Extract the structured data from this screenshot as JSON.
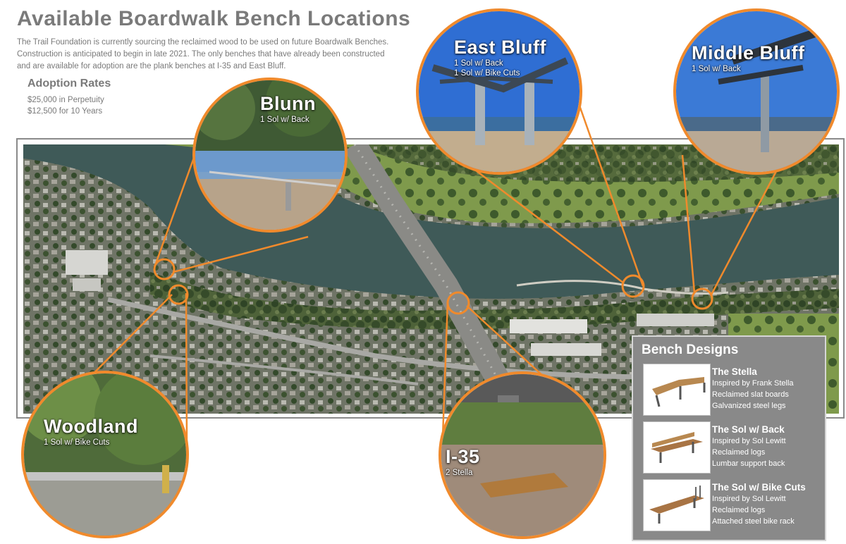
{
  "header": {
    "title": "Available Boardwalk Bench Locations",
    "intro_lines": [
      "The Trail Foundation is currently sourcing the reclaimed wood to be used on future Boardwalk Benches.",
      "Construction is anticipated to begin in late 2021. The only benches that have already been constructed",
      "and are available for adoption are the plank benches at I-35 and East Bluff."
    ]
  },
  "adoption": {
    "heading": "Adoption Rates",
    "rates": [
      "$25,000 in Perpetuity",
      "$12,500 for 10 Years"
    ]
  },
  "locations": [
    {
      "id": "blunn",
      "name": "Blunn",
      "benches": [
        "1 Sol w/ Back"
      ]
    },
    {
      "id": "east-bluff",
      "name": "East Bluff",
      "benches": [
        "1 Sol w/ Back",
        "1 Sol w/ Bike Cuts"
      ]
    },
    {
      "id": "middle-bluff",
      "name": "Middle Bluff",
      "benches": [
        "1 Sol w/ Back"
      ]
    },
    {
      "id": "woodland",
      "name": "Woodland",
      "benches": [
        "1 Sol w/ Bike Cuts"
      ]
    },
    {
      "id": "i-35",
      "name": "I-35",
      "benches": [
        "2 Stella"
      ]
    }
  ],
  "designs": {
    "heading": "Bench Designs",
    "items": [
      {
        "name": "The Stella",
        "lines": [
          "Inspired by Frank Stella",
          "Reclaimed slat boards",
          "Galvanized steel legs"
        ]
      },
      {
        "name": "The Sol w/ Back",
        "lines": [
          "Inspired by Sol Lewitt",
          "Reclaimed logs",
          "Lumbar support back"
        ]
      },
      {
        "name": "The Sol w/ Bike Cuts",
        "lines": [
          "Inspired by Sol Lewitt",
          "Reclaimed logs",
          "Attached steel bike rack"
        ]
      }
    ]
  },
  "colors": {
    "accent": "#f08a2c",
    "river": "#3f5a58",
    "text": "#7a7a7a",
    "panel": "#898989"
  }
}
